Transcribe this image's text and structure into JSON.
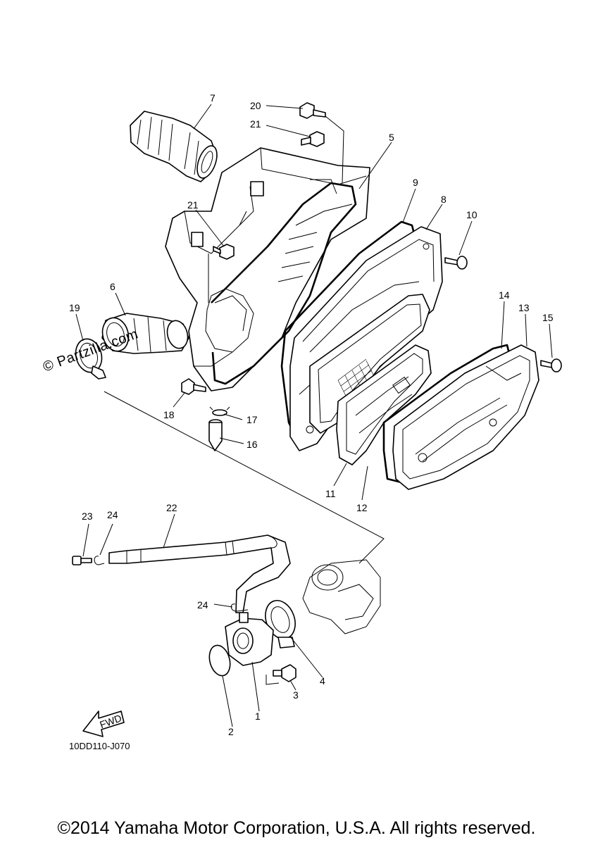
{
  "diagram": {
    "watermark": "© Partzilla.com",
    "diagram_code": "10DD110-J070",
    "fwd_label": "FWD",
    "copyright": "©2014 Yamaha Motor Corporation, U.S.A. All rights reserved."
  },
  "callouts": {
    "c1": "1",
    "c2": "2",
    "c3": "3",
    "c4": "4",
    "c5": "5",
    "c6": "6",
    "c7": "7",
    "c8": "8",
    "c9": "9",
    "c10": "10",
    "c11": "11",
    "c12": "12",
    "c13": "13",
    "c14": "14",
    "c15": "15",
    "c16": "16",
    "c17": "17",
    "c18": "18",
    "c19": "19",
    "c20": "20",
    "c21a": "21",
    "c21b": "21",
    "c22": "22",
    "c23": "23",
    "c24a": "24",
    "c24b": "24"
  }
}
